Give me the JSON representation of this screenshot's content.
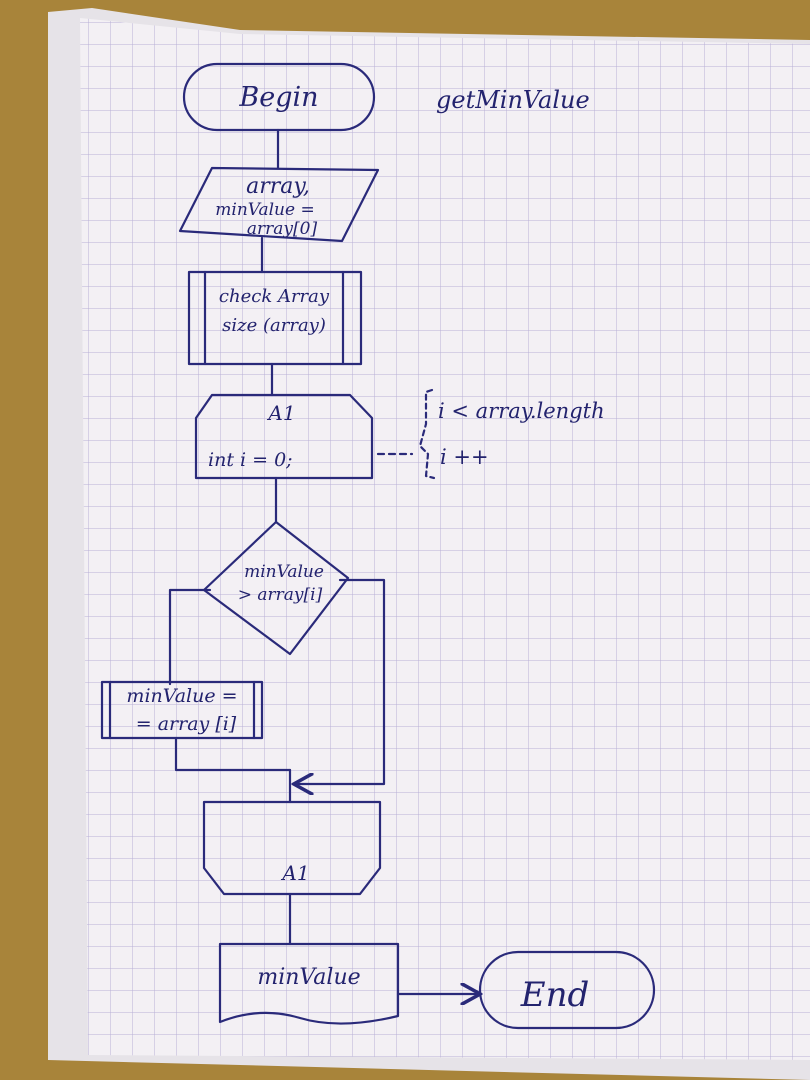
{
  "colors": {
    "table": "#b08a3c",
    "paper": "#f3f0f4",
    "grid": "#b8b0d6",
    "ink": "#2a2a7a"
  },
  "flowchart": {
    "title": "getMinValue",
    "begin": "Begin",
    "input_line1": "array,",
    "input_line2": "minValue =",
    "input_line3": "array[0]",
    "subprocess_line1": "check Array",
    "subprocess_line2": "size (array)",
    "loop_start_label": "A1",
    "loop_init": "int i = 0;",
    "loop_condition": "i < array.length",
    "loop_increment": "i ++",
    "decision_line1": "minValue",
    "decision_line2": "> array[i]",
    "assign_line1": "minValue =",
    "assign_line2": "= array [i]",
    "loop_end_label": "A1",
    "output": "minValue",
    "end": "End"
  }
}
